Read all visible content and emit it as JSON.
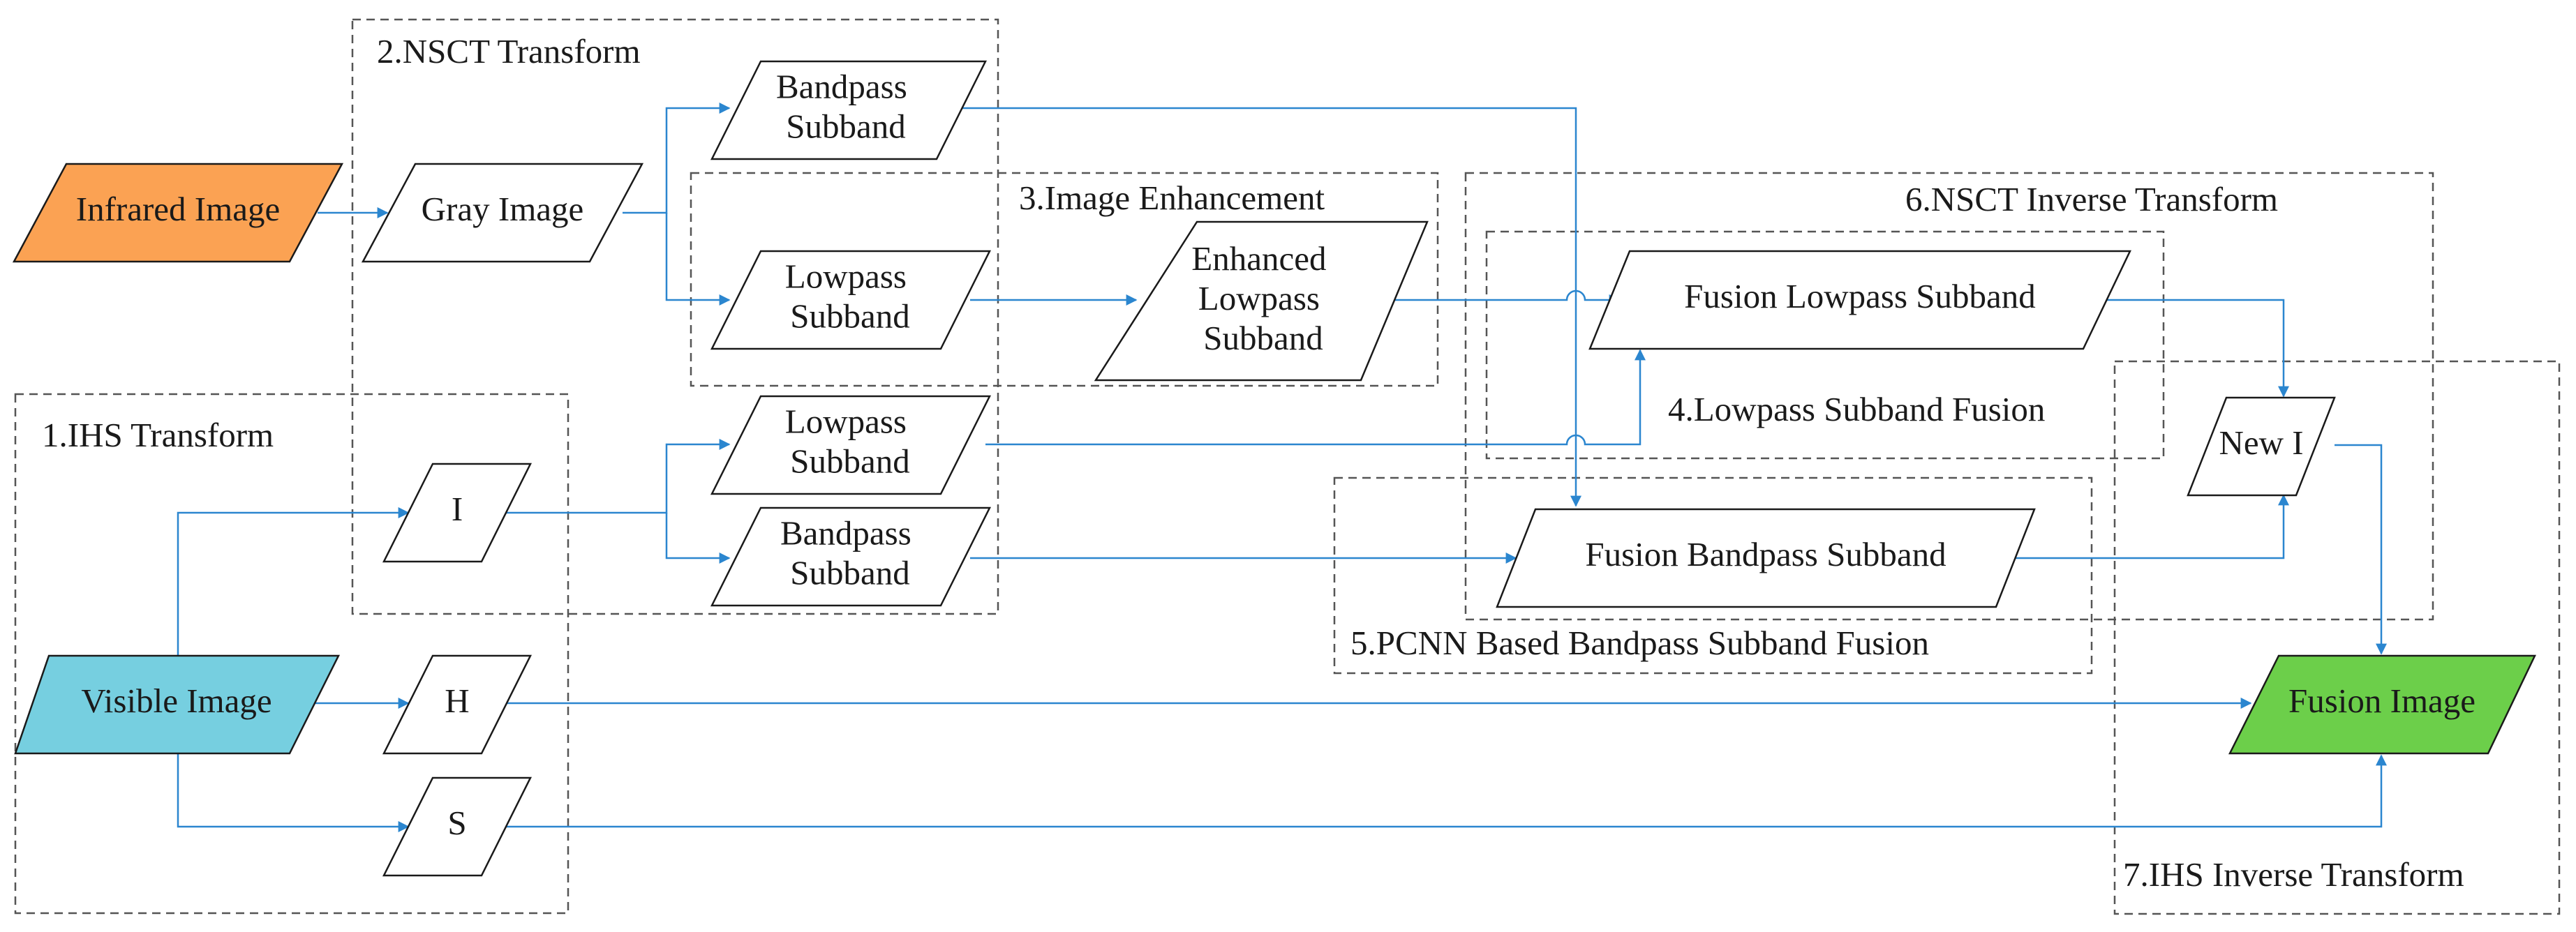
{
  "colors": {
    "infrared": "#fba253",
    "visible": "#76cfe0",
    "fusion": "#6ccf4a",
    "arrow": "#2b86cf",
    "plain": "#ffffff"
  },
  "groups": [
    {
      "id": "ihs",
      "label": "1.IHS Transform"
    },
    {
      "id": "nsct",
      "label": "2.NSCT Transform"
    },
    {
      "id": "enhance",
      "label": "3.Image Enhancement"
    },
    {
      "id": "lowfusion",
      "label": "4.Lowpass Subband Fusion"
    },
    {
      "id": "pcnn",
      "label": "5.PCNN Based Bandpass Subband Fusion"
    },
    {
      "id": "nsctinv",
      "label": "6.NSCT  Inverse Transform"
    },
    {
      "id": "ihsinv",
      "label": "7.IHS Inverse Transform"
    }
  ],
  "nodes": [
    {
      "id": "infrared",
      "lines": [
        "Infrared Image"
      ],
      "fill": "infrared"
    },
    {
      "id": "gray",
      "lines": [
        "Gray Image"
      ],
      "fill": "plain"
    },
    {
      "id": "band1",
      "lines": [
        "Bandpass",
        "Subband"
      ],
      "fill": "plain"
    },
    {
      "id": "low1",
      "lines": [
        "Lowpass",
        "Subband"
      ],
      "fill": "plain"
    },
    {
      "id": "enh",
      "lines": [
        "Enhanced",
        "Lowpass",
        "Subband"
      ],
      "fill": "plain"
    },
    {
      "id": "fuslow",
      "lines": [
        "Fusion Lowpass  Subband"
      ],
      "fill": "plain"
    },
    {
      "id": "low2",
      "lines": [
        "Lowpass",
        "Subband"
      ],
      "fill": "plain"
    },
    {
      "id": "band2",
      "lines": [
        "Bandpass",
        "Subband"
      ],
      "fill": "plain"
    },
    {
      "id": "fusband",
      "lines": [
        "Fusion Bandpass  Subband"
      ],
      "fill": "plain"
    },
    {
      "id": "newi",
      "lines": [
        "New I"
      ],
      "fill": "plain"
    },
    {
      "id": "visible",
      "lines": [
        "Visible Image"
      ],
      "fill": "visible"
    },
    {
      "id": "i",
      "lines": [
        "I"
      ],
      "fill": "plain"
    },
    {
      "id": "h",
      "lines": [
        "H"
      ],
      "fill": "plain"
    },
    {
      "id": "s",
      "lines": [
        "S"
      ],
      "fill": "plain"
    },
    {
      "id": "fusion",
      "lines": [
        "Fusion Image"
      ],
      "fill": "fusion"
    }
  ],
  "edges": [
    {
      "from": "infrared",
      "to": "gray"
    },
    {
      "from": "gray",
      "to": "band1"
    },
    {
      "from": "gray",
      "to": "low1"
    },
    {
      "from": "low1",
      "to": "enh"
    },
    {
      "from": "enh",
      "to": "fuslow"
    },
    {
      "from": "low2",
      "to": "fuslow"
    },
    {
      "from": "band1",
      "to": "fusband"
    },
    {
      "from": "band2",
      "to": "fusband"
    },
    {
      "from": "fuslow",
      "to": "newi"
    },
    {
      "from": "fusband",
      "to": "newi"
    },
    {
      "from": "newi",
      "to": "fusion"
    },
    {
      "from": "visible",
      "to": "i"
    },
    {
      "from": "visible",
      "to": "h"
    },
    {
      "from": "visible",
      "to": "s"
    },
    {
      "from": "i",
      "to": "low2"
    },
    {
      "from": "i",
      "to": "band2"
    },
    {
      "from": "h",
      "to": "fusion"
    },
    {
      "from": "s",
      "to": "fusion"
    }
  ]
}
